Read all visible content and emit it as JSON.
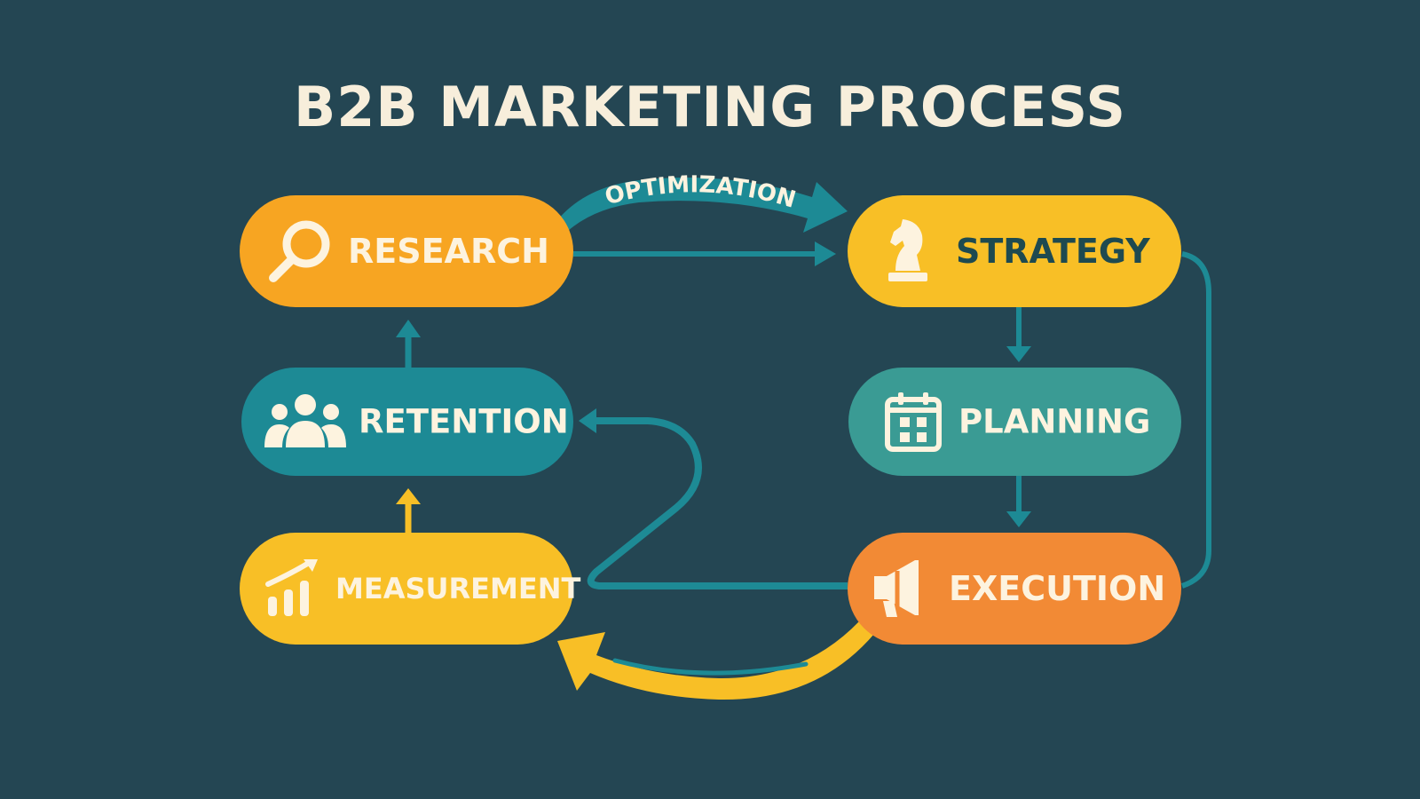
{
  "title": "B2B MARKETING PROCESS",
  "colors": {
    "background": "#244653",
    "title": "#f7eedb",
    "teal_arrow": "#1d8a95",
    "yellow_arrow": "#f8bf26",
    "label_light": "#fdf3df",
    "label_dark": "#1e4a50"
  },
  "nodes": {
    "research": {
      "label": "RESEARCH",
      "icon": "magnifier-icon",
      "color": "#f7a522"
    },
    "strategy": {
      "label": "STRATEGY",
      "icon": "chess-knight-icon",
      "color": "#f8bf26"
    },
    "retention": {
      "label": "RETENTION",
      "icon": "people-group-icon",
      "color": "#1d8a95"
    },
    "planning": {
      "label": "PLANNING",
      "icon": "calendar-icon",
      "color": "#3a9b94"
    },
    "measurement": {
      "label": "MEASUREMENT",
      "icon": "bar-chart-icon",
      "color": "#f8bf26"
    },
    "execution": {
      "label": "EXECUTION",
      "icon": "megaphone-icon",
      "color": "#f28a35"
    }
  },
  "connectors": {
    "optimization_label": "OPTIMIZATION"
  }
}
